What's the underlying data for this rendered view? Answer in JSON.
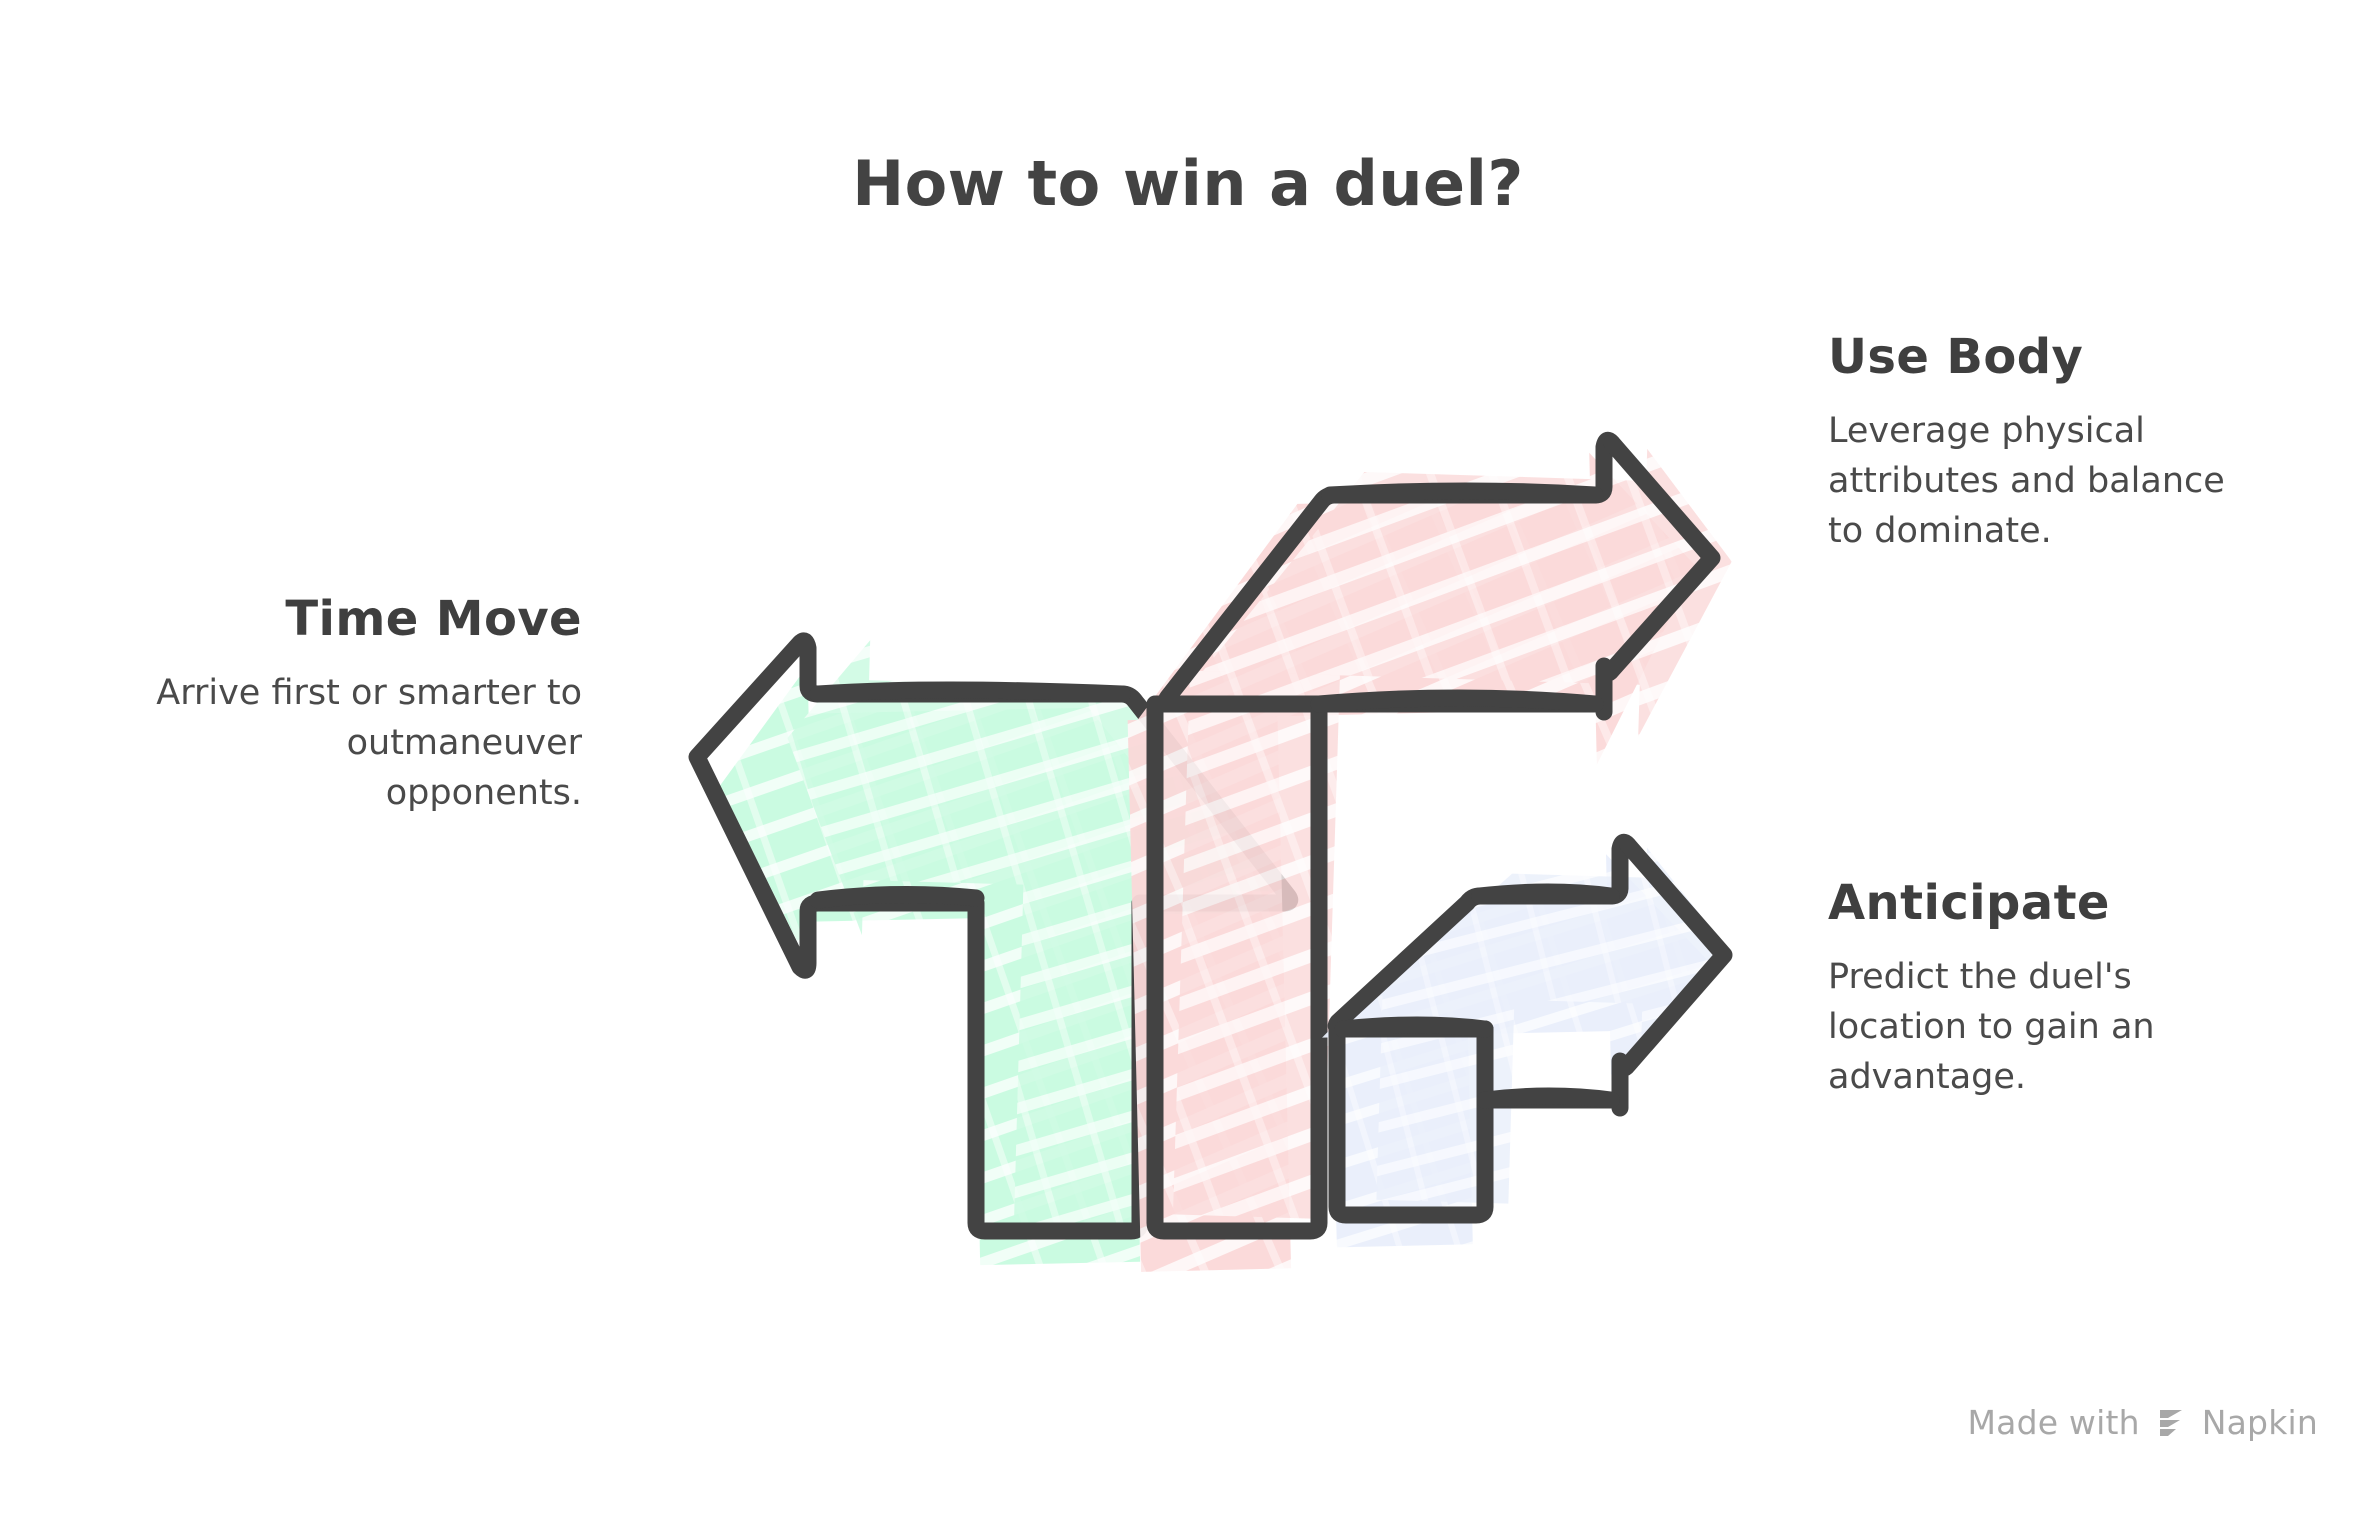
{
  "title": "How to win a duel?",
  "colors": {
    "stroke": "#434343",
    "text_dark": "#434343",
    "green_fill": "#C8FBE0",
    "pink_fill": "#FBD9D9",
    "blue_fill": "#E9EFFB",
    "background": "#FFFFFF",
    "watermark": "#A8A8A8"
  },
  "labels": [
    {
      "id": "time-move",
      "heading": "Time Move",
      "body": "Arrive first or smarter to outmaneuver opponents.",
      "color": "#C8FBE0",
      "align": "right",
      "arrow_direction": "left"
    },
    {
      "id": "use-body",
      "heading": "Use Body",
      "body": "Leverage physical attributes and balance to dominate.",
      "color": "#FBD9D9",
      "align": "left",
      "arrow_direction": "right"
    },
    {
      "id": "anticipate",
      "heading": "Anticipate",
      "body": "Predict the duel's location to gain an advantage.",
      "color": "#E9EFFB",
      "align": "left",
      "arrow_direction": "right"
    }
  ],
  "diagram": {
    "type": "bent-arrows",
    "arrow_count": 3,
    "arrows": [
      {
        "name": "green-left-arrow",
        "fill": "#C8FBE0",
        "direction": "left",
        "label": "Time Move"
      },
      {
        "name": "pink-right-arrow",
        "fill": "#FBD9D9",
        "direction": "right",
        "label": "Use Body"
      },
      {
        "name": "blue-right-arrow",
        "fill": "#E9EFFB",
        "direction": "right",
        "label": "Anticipate"
      }
    ]
  },
  "watermark": {
    "prefix": "Made with",
    "brand": "Napkin",
    "logo": "napkin-logo-icon"
  }
}
